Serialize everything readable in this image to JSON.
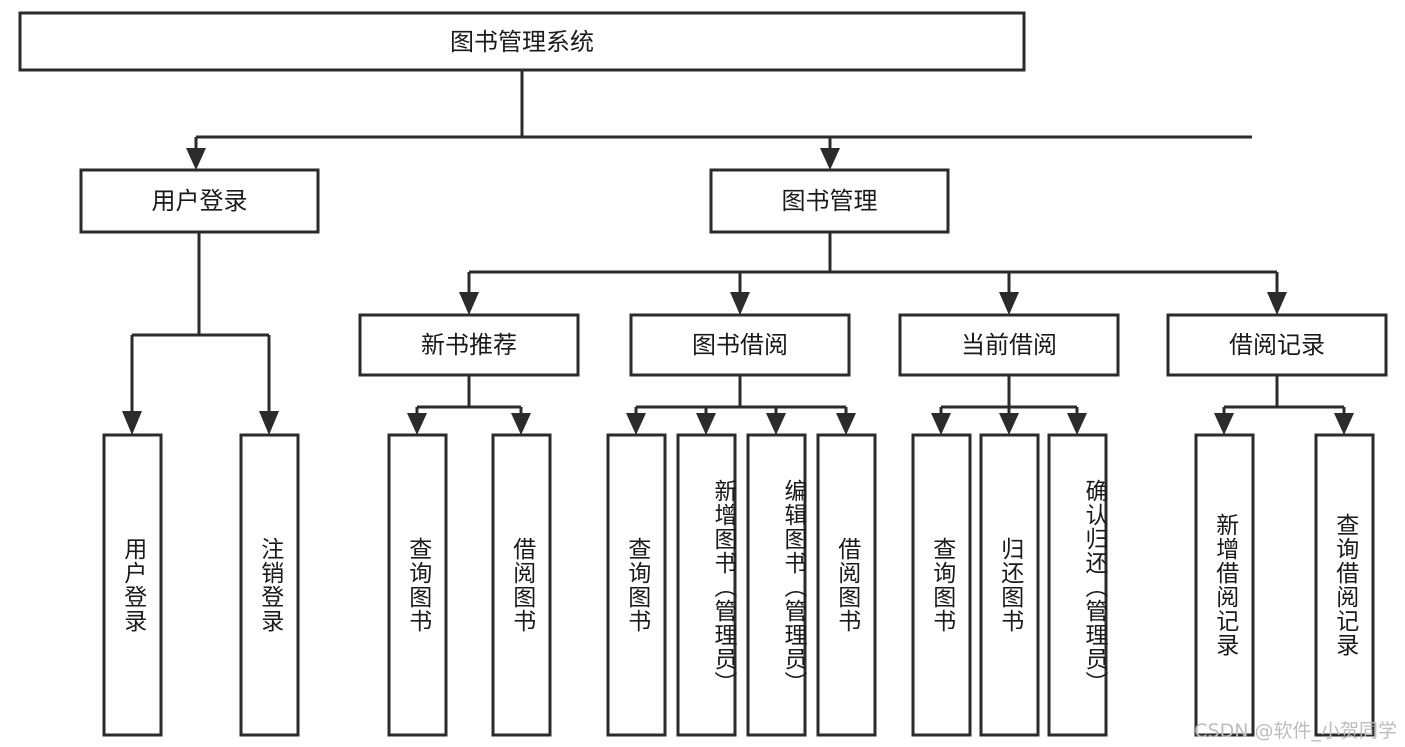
{
  "diagram": {
    "title": "图书管理系统",
    "watermark": "CSDN @软件_小贺同学",
    "colors": {
      "stroke": "#2b2b2b",
      "fill": "#ffffff",
      "text": "#1a1a1a",
      "watermark": "#bdbdbd"
    },
    "root": {
      "label": "图书管理系统"
    },
    "level2": [
      {
        "label": "用户登录"
      },
      {
        "label": "图书管理"
      }
    ],
    "level3": [
      {
        "label": "新书推荐"
      },
      {
        "label": "图书借阅"
      },
      {
        "label": "当前借阅"
      },
      {
        "label": "借阅记录"
      }
    ],
    "leaves": {
      "user_login": [
        {
          "label": "用户登录"
        },
        {
          "label": "注销登录"
        }
      ],
      "new_book": [
        {
          "label": "查询图书"
        },
        {
          "label": "借阅图书"
        }
      ],
      "borrow_book": [
        {
          "label": "查询图书"
        },
        {
          "label": "新增图书（管理员）"
        },
        {
          "label": "编辑图书（管理员）"
        },
        {
          "label": "借阅图书"
        }
      ],
      "current_borrow": [
        {
          "label": "查询图书"
        },
        {
          "label": "归还图书"
        },
        {
          "label": "确认归还（管理员）"
        }
      ],
      "borrow_record": [
        {
          "label": "新增借阅记录"
        },
        {
          "label": "查询借阅记录"
        }
      ]
    }
  }
}
